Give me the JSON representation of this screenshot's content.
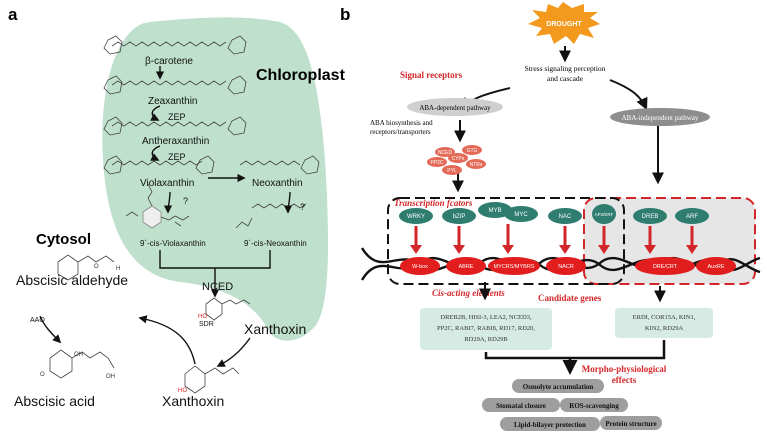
{
  "panel_a": {
    "label": "a",
    "compartments": {
      "chloroplast": "Chloroplast",
      "cytosol": "Cytosol"
    },
    "compounds": {
      "beta_carotene": "β-carotene",
      "zeaxanthin": "Zeaxanthin",
      "antheraxanthin": "Antheraxanthin",
      "violaxanthin": "Violaxanthin",
      "neoxanthin": "Neoxanthin",
      "cis_violaxanthin": "9´-cis-Violaxanthin",
      "cis_neoxanthin": "9´-cis-Neoxanthin",
      "xanthoxin_chloroplast": "Xanthoxin",
      "xanthoxin_cytosol": "Xanthoxin",
      "abscisic_aldehyde": "Abscisic aldehyde",
      "abscisic_acid": "Abscisic acid"
    },
    "enzymes": {
      "zep1": "ZEP",
      "zep2": "ZEP",
      "nced": "NCED",
      "sdr": "SDR",
      "aao": "AAO",
      "q1": "?",
      "q2": "?"
    }
  },
  "panel_b": {
    "label": "b",
    "drought": "DROUGHT",
    "stress": [
      "Stress signaling perception",
      "and cascade"
    ],
    "signal_receptors": "Signal receptors",
    "aba_dependent": "ABA-dependent pathway",
    "aba_independent": "ABA-independent pathway",
    "aba_biosynthesis": [
      "ABA biosynthesis and",
      "receptors/transporters"
    ],
    "red_cluster": [
      "NCED",
      "GTG",
      "PP2C",
      "CYPs",
      "NTRs",
      "PYL"
    ],
    "transcription_factors": "Transcription fcators",
    "tf_left": [
      "WRKY",
      "bZIP",
      "MYB",
      "MYC",
      "NAC",
      "AP2/ERF"
    ],
    "tf_right": [
      "DREB",
      "ARF"
    ],
    "cis_elements_left": [
      "W-box",
      "ABRE",
      "MYCRS/MYBRS",
      "NACR"
    ],
    "cis_elements_right": [
      "DRE/CRT",
      "AuxRE"
    ],
    "cis_acting_label": "Cis-acting elements",
    "candidate_genes_label": "Candidate genes",
    "genes_left": [
      "DREB2B, HISI-3, LEA2, NCED3,",
      "PP2C, RABI7, RABI8, RD17, RD20,",
      "RD29A, RD29B"
    ],
    "genes_right": [
      "ERDI, COR15A, KIN1,",
      "KIN2, RD29A"
    ],
    "morpho_label": [
      "Morpho-physiological",
      "effects"
    ],
    "effects": [
      "Osmolyte accumulation",
      "Stomatal closure",
      "ROS-scavenging",
      "Lipid-bilayer protection",
      "Protein structure"
    ]
  },
  "colors": {
    "chloroplast_fill": "#bfe0cd",
    "accent_red": "#d3262a",
    "tf_green": "#2f7d6e",
    "gene_box": "#d6ebe3",
    "effect_gray": "#9e9e9e",
    "drought_orange": "#f39a1e"
  }
}
